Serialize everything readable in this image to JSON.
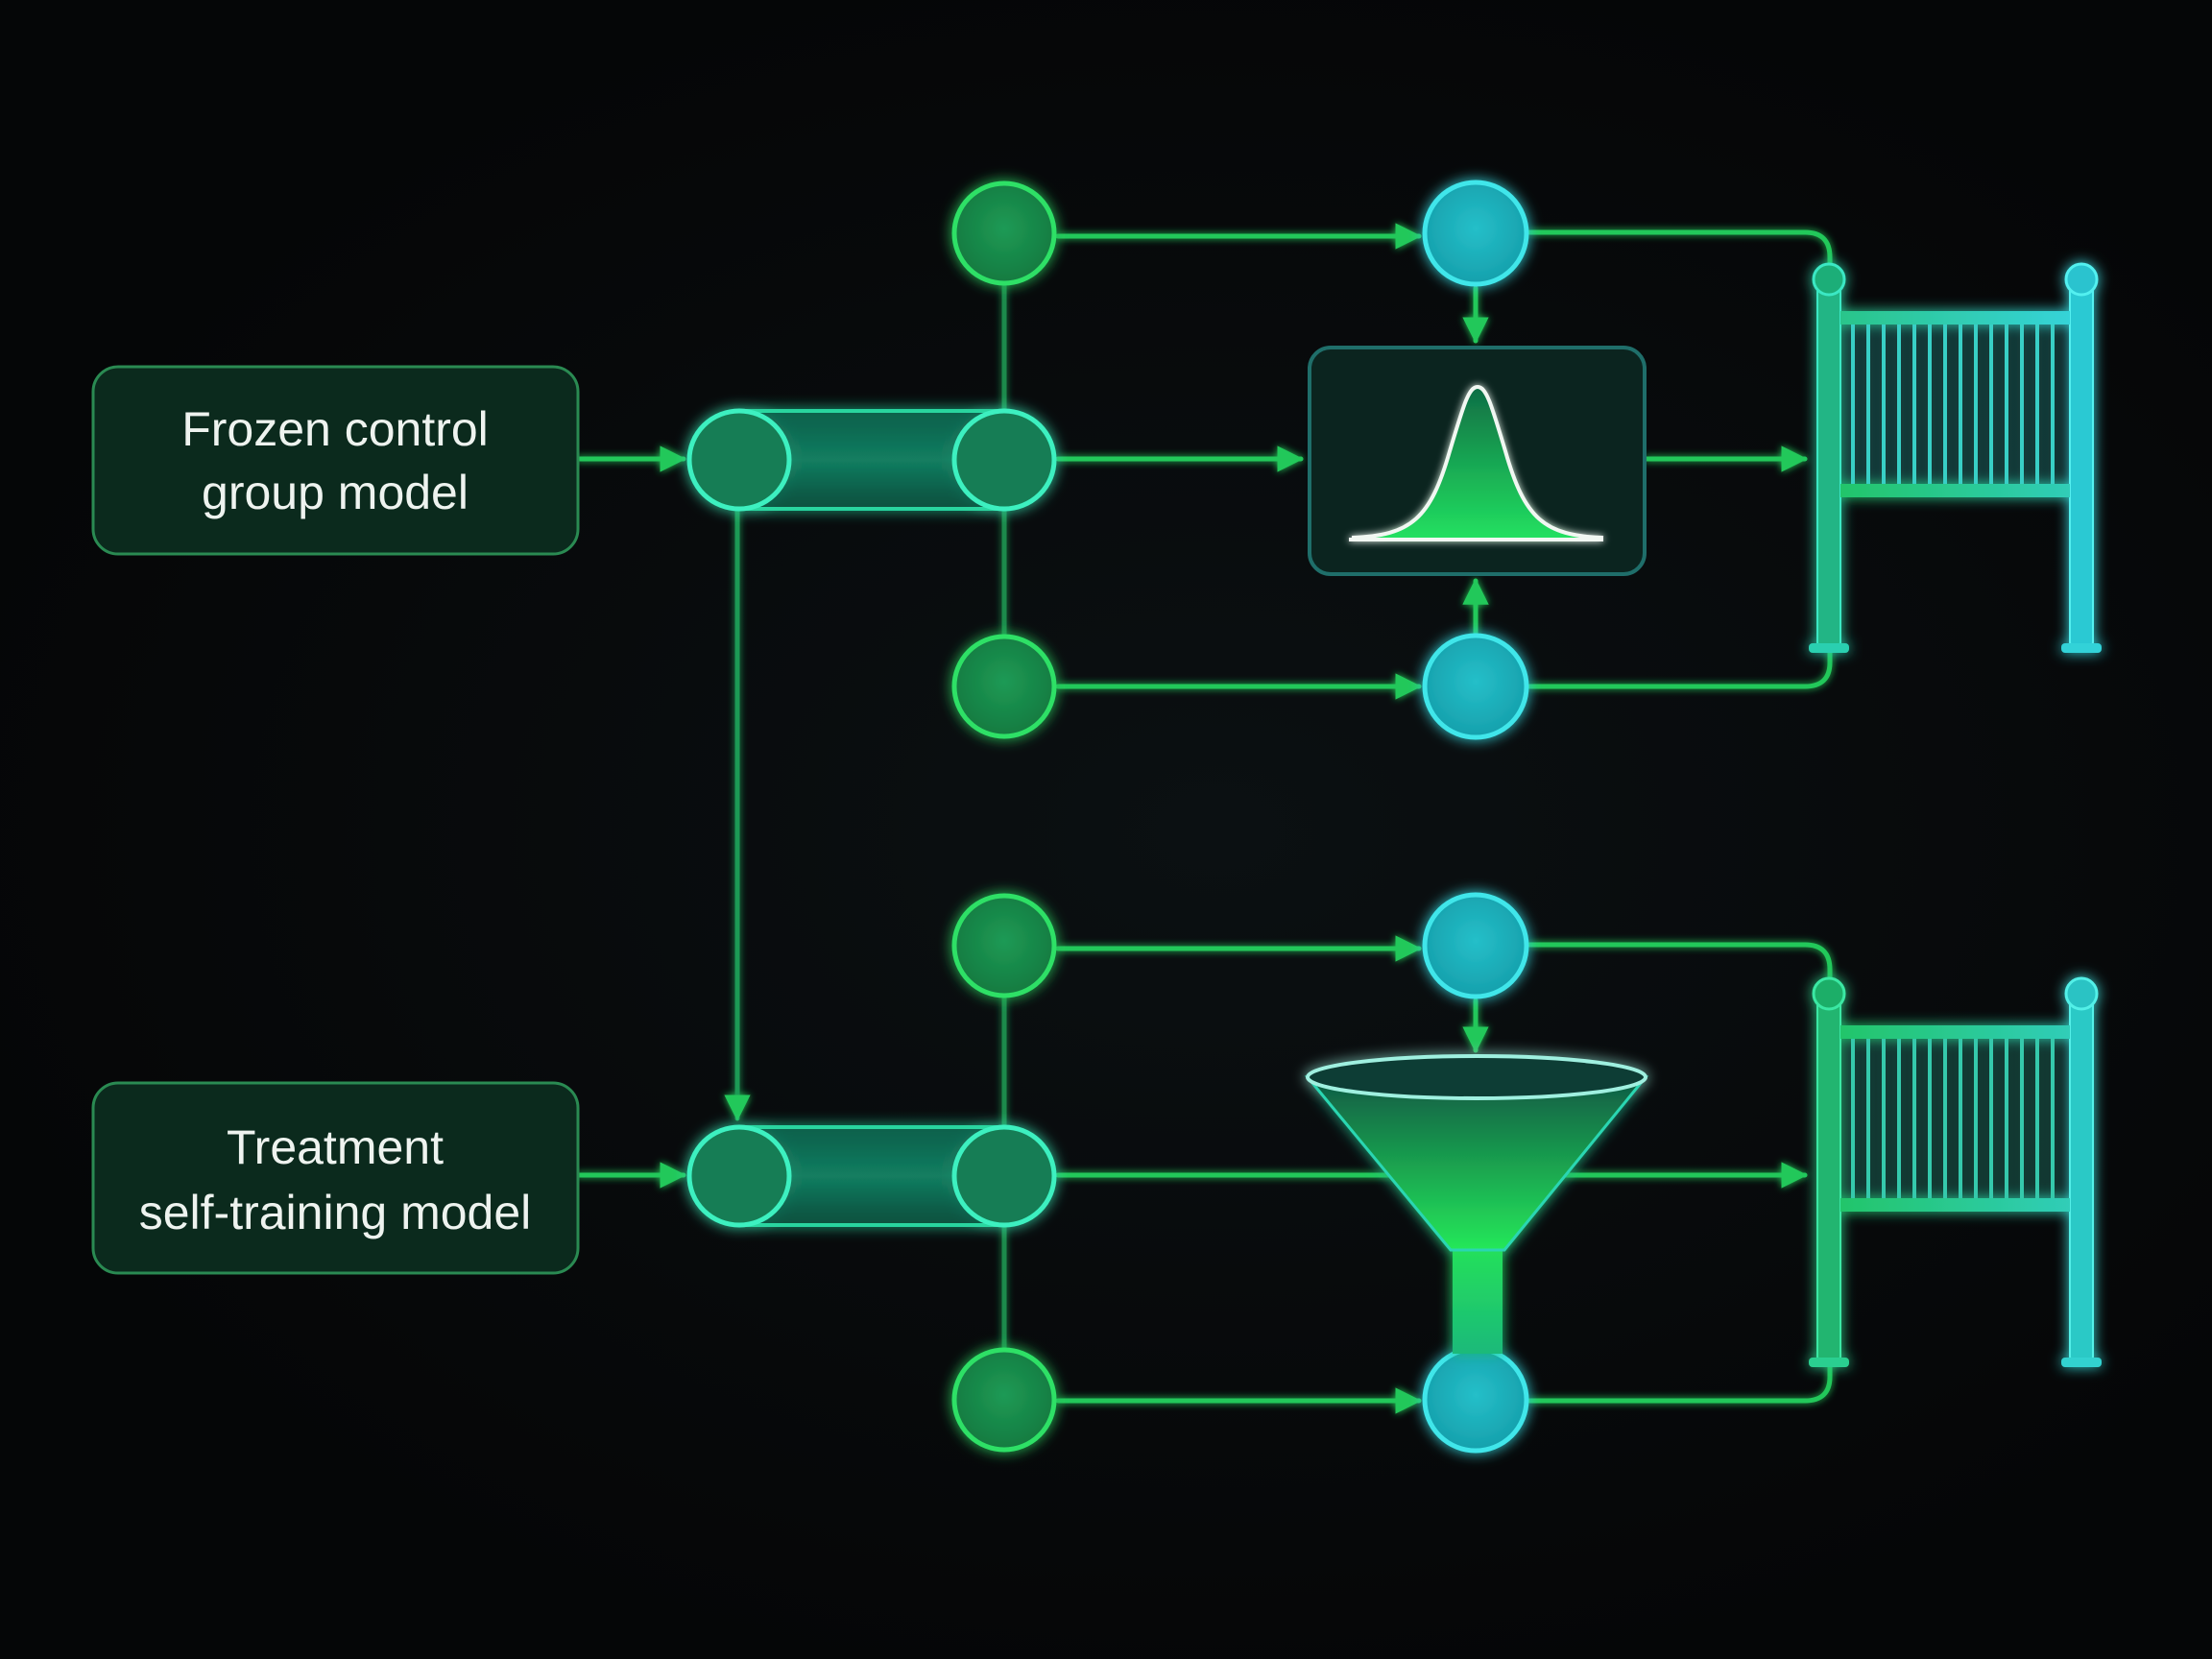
{
  "labels": {
    "control_line1": "Frozen control",
    "control_line2": "group model",
    "treatment_line1": "Treatment",
    "treatment_line2": "self-training model"
  },
  "colors": {
    "background": "#060809",
    "green": "#22d05c",
    "cyan": "#2fd3d8",
    "box_fill": "#0c2a1e",
    "box_stroke": "#2a8a52"
  },
  "icons": {
    "distribution": "bell-curve-icon",
    "filter": "funnel-icon",
    "output": "gate-rack-icon"
  }
}
